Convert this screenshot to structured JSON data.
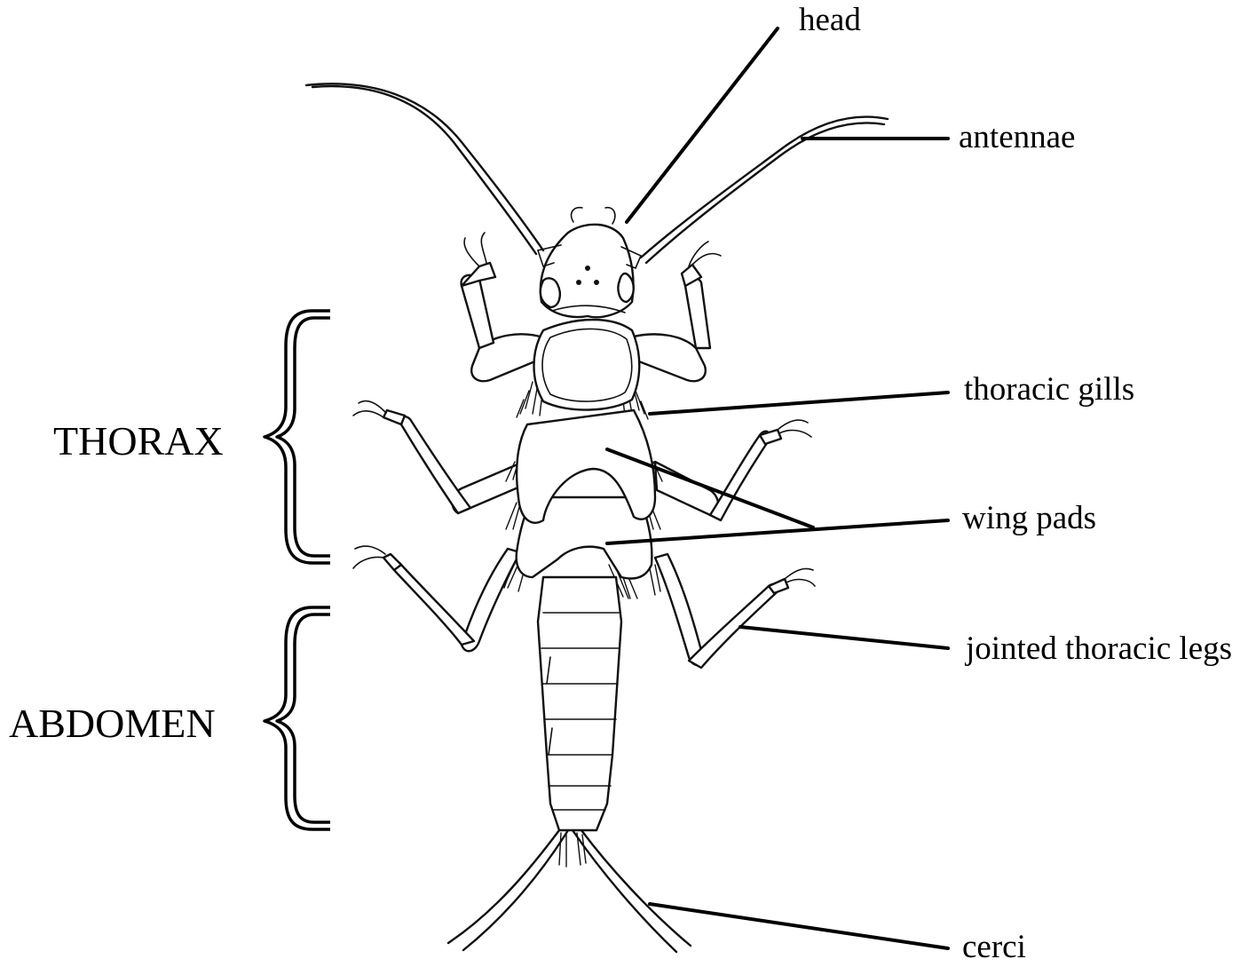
{
  "labels": {
    "head": "head",
    "antennae": "antennae",
    "thoracic_gills": "thoracic gills",
    "wing_pads": "wing pads",
    "jointed_thoracic_legs": "jointed thoracic legs",
    "cerci": "cerci"
  },
  "regions": {
    "thorax": "THORAX",
    "abdomen": "ABDOMEN"
  }
}
